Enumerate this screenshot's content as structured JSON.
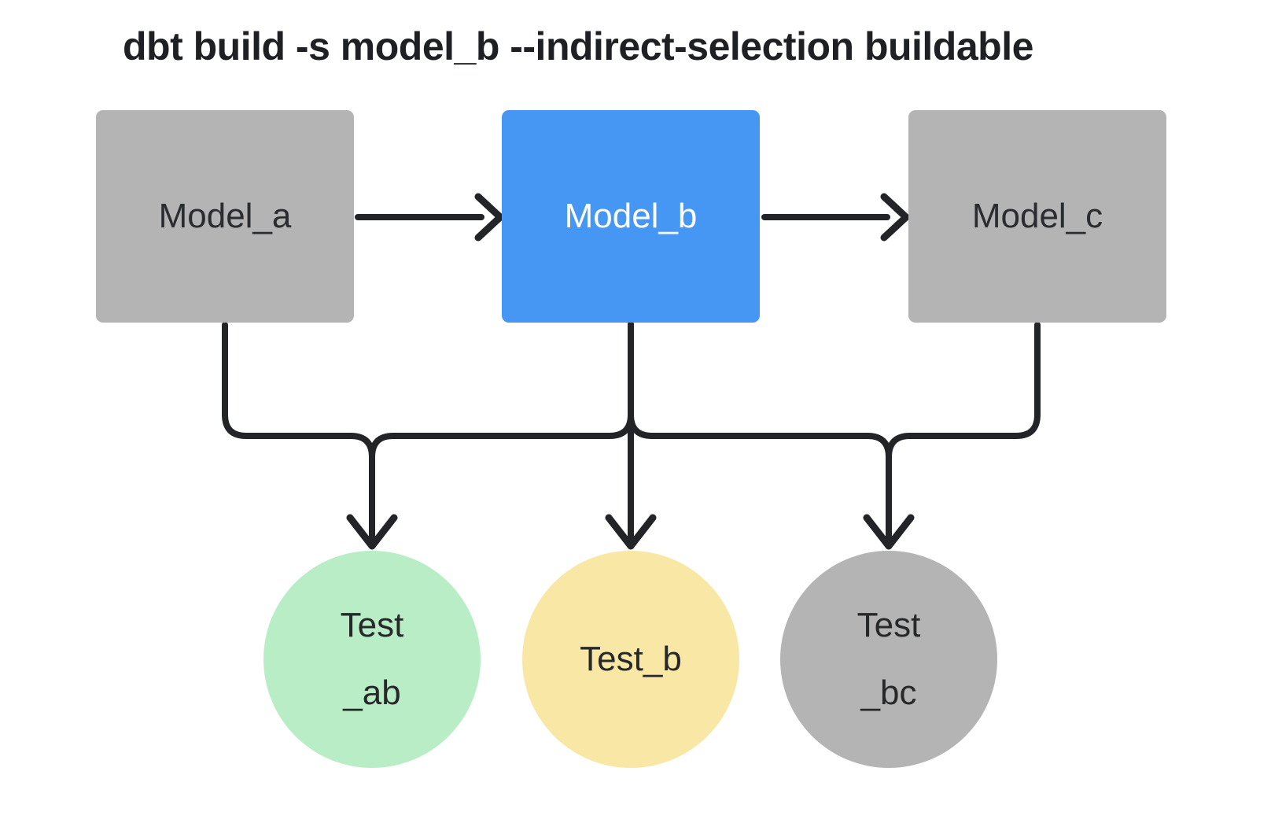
{
  "title": "dbt build -s model_b --indirect-selection buildable",
  "diagram": {
    "models": [
      {
        "id": "model_a",
        "label": "Model_a",
        "highlighted": false
      },
      {
        "id": "model_b",
        "label": "Model_b",
        "highlighted": true
      },
      {
        "id": "model_c",
        "label": "Model_c",
        "highlighted": false
      }
    ],
    "tests": [
      {
        "id": "test_ab",
        "line1": "Test",
        "line2": "_ab"
      },
      {
        "id": "test_b",
        "line1": "Test_b",
        "line2": ""
      },
      {
        "id": "test_bc",
        "line1": "Test",
        "line2": "_bc"
      }
    ],
    "edges": [
      "model_a -> model_b",
      "model_b -> model_c",
      "model_a -> test_ab",
      "model_b -> test_ab",
      "model_b -> test_b",
      "model_b -> test_bc",
      "model_c -> test_bc"
    ]
  },
  "colors": {
    "selected_model": "#4696f3",
    "unselected_model": "#b4b4b4",
    "test_ab": "#b9edc6",
    "test_b": "#f9e7a5",
    "test_bc": "#b4b4b4",
    "edge": "#222427",
    "title_text": "#1e2023",
    "background": "#ffffff"
  }
}
